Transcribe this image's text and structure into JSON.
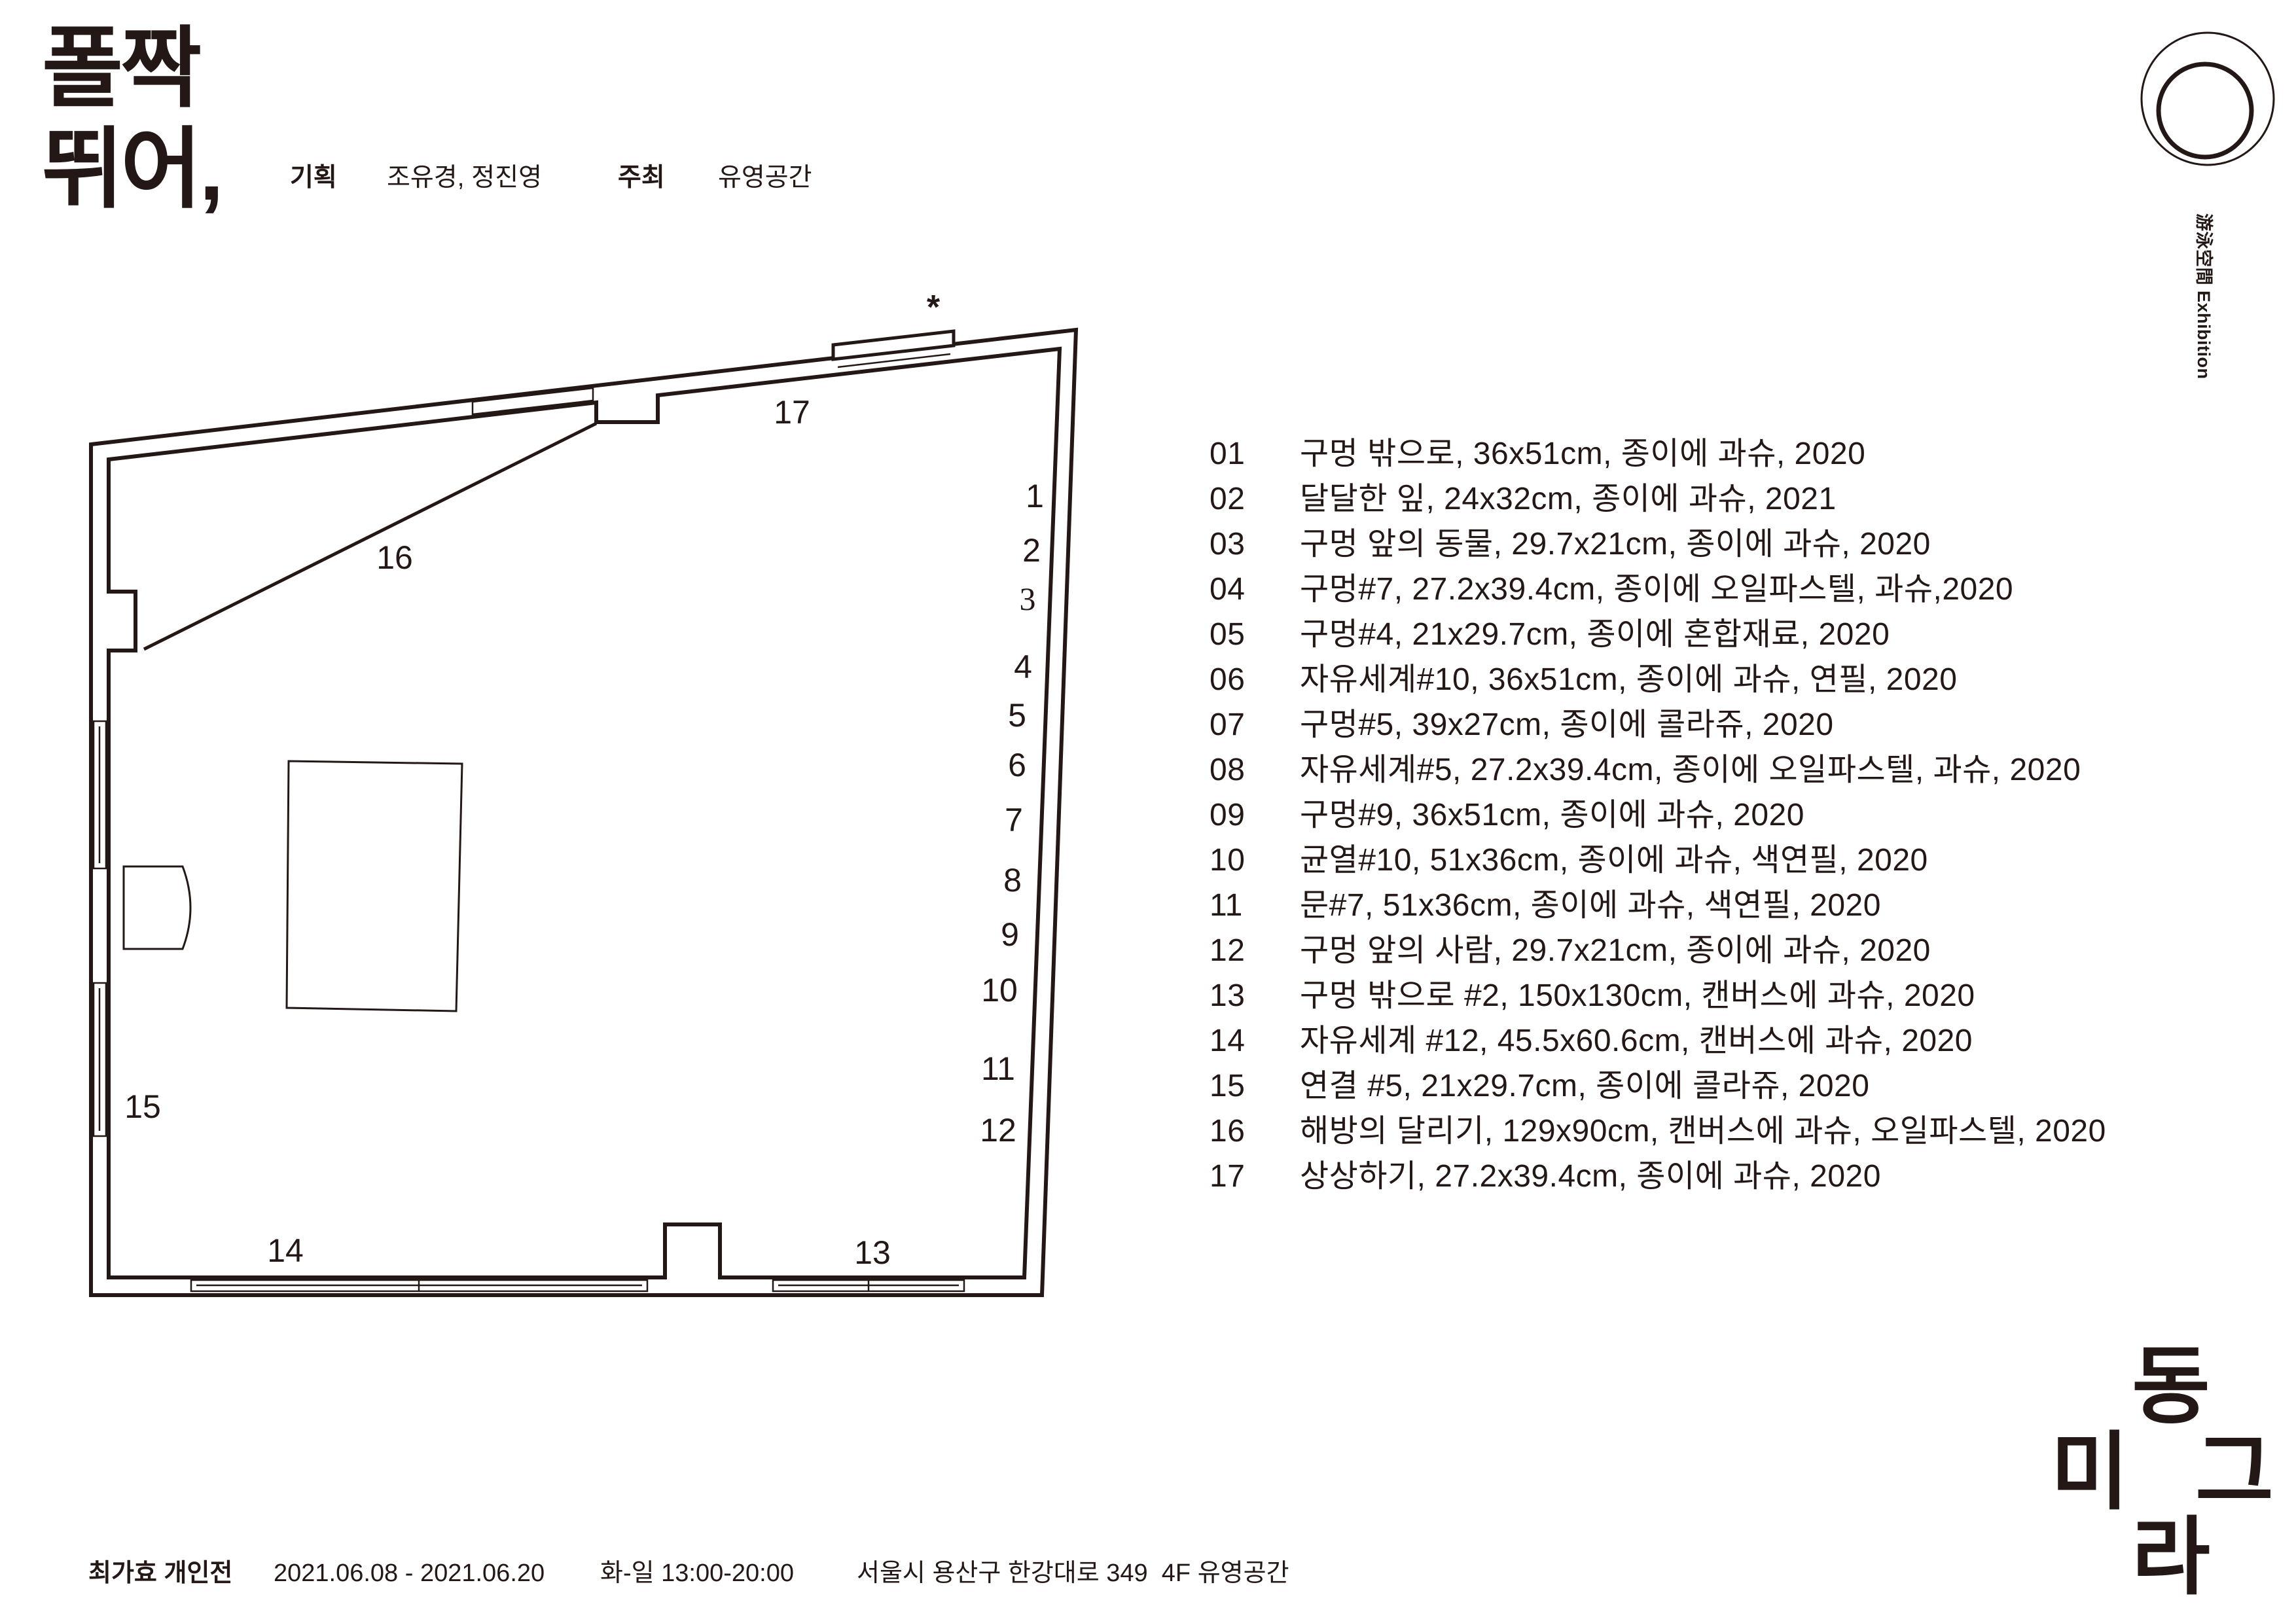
{
  "title": {
    "line1": "폴짝",
    "line2": "뛰어,"
  },
  "credits": [
    {
      "label": "기획",
      "value": "조유경, 정진영"
    },
    {
      "label": "주최",
      "value": "유영공간"
    }
  ],
  "logo": {
    "icon": "double-circle-logo-icon",
    "caption": "游泳空間 Exhibition"
  },
  "floor_plan": {
    "asterisk": "*",
    "labels": [
      "1",
      "2",
      "3",
      "4",
      "5",
      "6",
      "7",
      "8",
      "9",
      "10",
      "11",
      "12",
      "13",
      "14",
      "15",
      "16",
      "17"
    ]
  },
  "artworks": [
    {
      "no": "01",
      "desc": "구멍 밖으로, 36x51cm, 종이에 과슈, 2020"
    },
    {
      "no": "02",
      "desc": "달달한 잎, 24x32cm, 종이에 과슈, 2021"
    },
    {
      "no": "03",
      "desc": "구멍 앞의 동물, 29.7x21cm, 종이에 과슈, 2020"
    },
    {
      "no": "04",
      "desc": "구멍#7, 27.2x39.4cm, 종이에 오일파스텔, 과슈,2020"
    },
    {
      "no": "05",
      "desc": "구멍#4, 21x29.7cm, 종이에 혼합재료, 2020"
    },
    {
      "no": "06",
      "desc": "자유세계#10, 36x51cm, 종이에 과슈, 연필, 2020"
    },
    {
      "no": "07",
      "desc": "구멍#5, 39x27cm, 종이에 콜라쥬, 2020"
    },
    {
      "no": "08",
      "desc": "자유세계#5, 27.2x39.4cm, 종이에 오일파스텔, 과슈, 2020"
    },
    {
      "no": "09",
      "desc": "구멍#9, 36x51cm, 종이에 과슈, 2020"
    },
    {
      "no": "10",
      "desc": "균열#10, 51x36cm, 종이에 과슈, 색연필, 2020"
    },
    {
      "no": "11",
      "desc": "문#7, 51x36cm, 종이에 과슈, 색연필, 2020"
    },
    {
      "no": "12",
      "desc": "구멍 앞의 사람, 29.7x21cm, 종이에 과슈, 2020"
    },
    {
      "no": "13",
      "desc": "구멍 밖으로 #2, 150x130cm, 캔버스에 과슈, 2020"
    },
    {
      "no": "14",
      "desc": "자유세계 #12, 45.5x60.6cm, 캔버스에 과슈, 2020"
    },
    {
      "no": "15",
      "desc": "연결 #5, 21x29.7cm, 종이에 콜라쥬, 2020"
    },
    {
      "no": "16",
      "desc": "해방의 달리기, 129x90cm, 캔버스에 과슈, 오일파스텔, 2020"
    },
    {
      "no": "17",
      "desc": "상상하기, 27.2x39.4cm, 종이에 과슈, 2020"
    }
  ],
  "footer": {
    "exhibition": "최가효 개인전",
    "dates": "2021.06.08 - 2021.06.20",
    "hours": "화-일 13:00-20:00",
    "address": "서울시 용산구 한강대로 349  4F 유영공간"
  },
  "brand_cross": {
    "top": "동",
    "left": "미",
    "right": "그",
    "bottom": "라"
  },
  "colors": {
    "ink": "#231815",
    "paper": "#ffffff"
  }
}
